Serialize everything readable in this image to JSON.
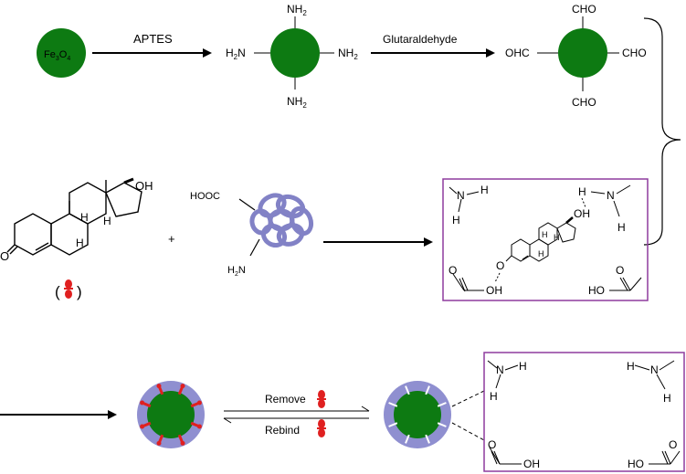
{
  "colors": {
    "core": "#0d7a12",
    "polymer": "#8f8fd0",
    "template": "#e02020",
    "box": "#8e3b9e",
    "line": "#000000"
  },
  "step1": {
    "particle_label": "Fe",
    "particle_sub1": "3",
    "particle_o": "O",
    "particle_sub2": "4",
    "reagent": "APTES"
  },
  "amine_particle": {
    "top": "NH",
    "left": "H",
    "left_n": "N",
    "right": "NH",
    "bottom": "NH",
    "sub": "2"
  },
  "step2": {
    "reagent": "Glutaraldehyde"
  },
  "aldehyde_particle": {
    "top": "CHO",
    "left": "OHC",
    "right": "CHO",
    "bottom": "CHO"
  },
  "steroid": {
    "oh": "OH",
    "h1": "H",
    "h2": "H",
    "h3": "H",
    "ketone": "O",
    "legend_open": "(",
    "legend_close": ")"
  },
  "plus": "+",
  "protein": {
    "cooh": "HOOC",
    "amine_h": "H",
    "amine_sub": "2",
    "amine_n": "N"
  },
  "complex_box": {
    "nh_left_n": "N",
    "nh_left_h1": "H",
    "nh_left_h2": "H",
    "nh_right_h1": "H",
    "nh_right_n": "N",
    "nh_right_h2": "H",
    "steroid_oh": "OH",
    "h1": "H",
    "h2": "H",
    "h3": "H",
    "ketone_o": "O",
    "acid_left_o": "O",
    "acid_left_oh": "OH",
    "acid_right_o": "O",
    "acid_right_ho": "HO"
  },
  "equilibrium": {
    "remove": "Remove",
    "rebind": "Rebind"
  },
  "cavity_box": {
    "nh_left_n": "N",
    "nh_left_h1": "H",
    "nh_left_h2": "H",
    "nh_right_h1": "H",
    "nh_right_n": "N",
    "nh_right_h2": "H",
    "acid_left_o": "O",
    "acid_left_oh": "OH",
    "acid_right_o": "O",
    "acid_right_ho": "HO"
  }
}
